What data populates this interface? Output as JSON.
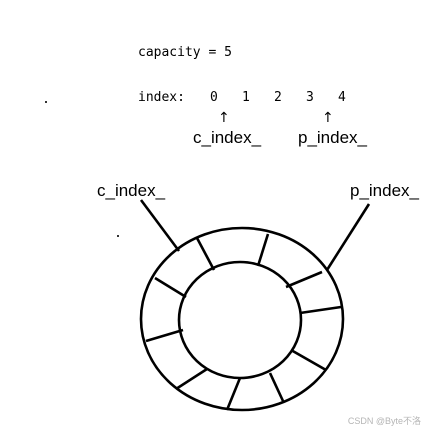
{
  "capacity_text": "capacity = 5",
  "index_label": "index:",
  "indices": [
    "0",
    "1",
    "2",
    "3",
    "4"
  ],
  "arrow_glyph": "↑",
  "c_index_label": "c_index_",
  "p_index_label": "p_index_",
  "ring_left_label": "c_index_",
  "ring_right_label": "p_index_",
  "watermark": "CSDN @Byte不洛"
}
